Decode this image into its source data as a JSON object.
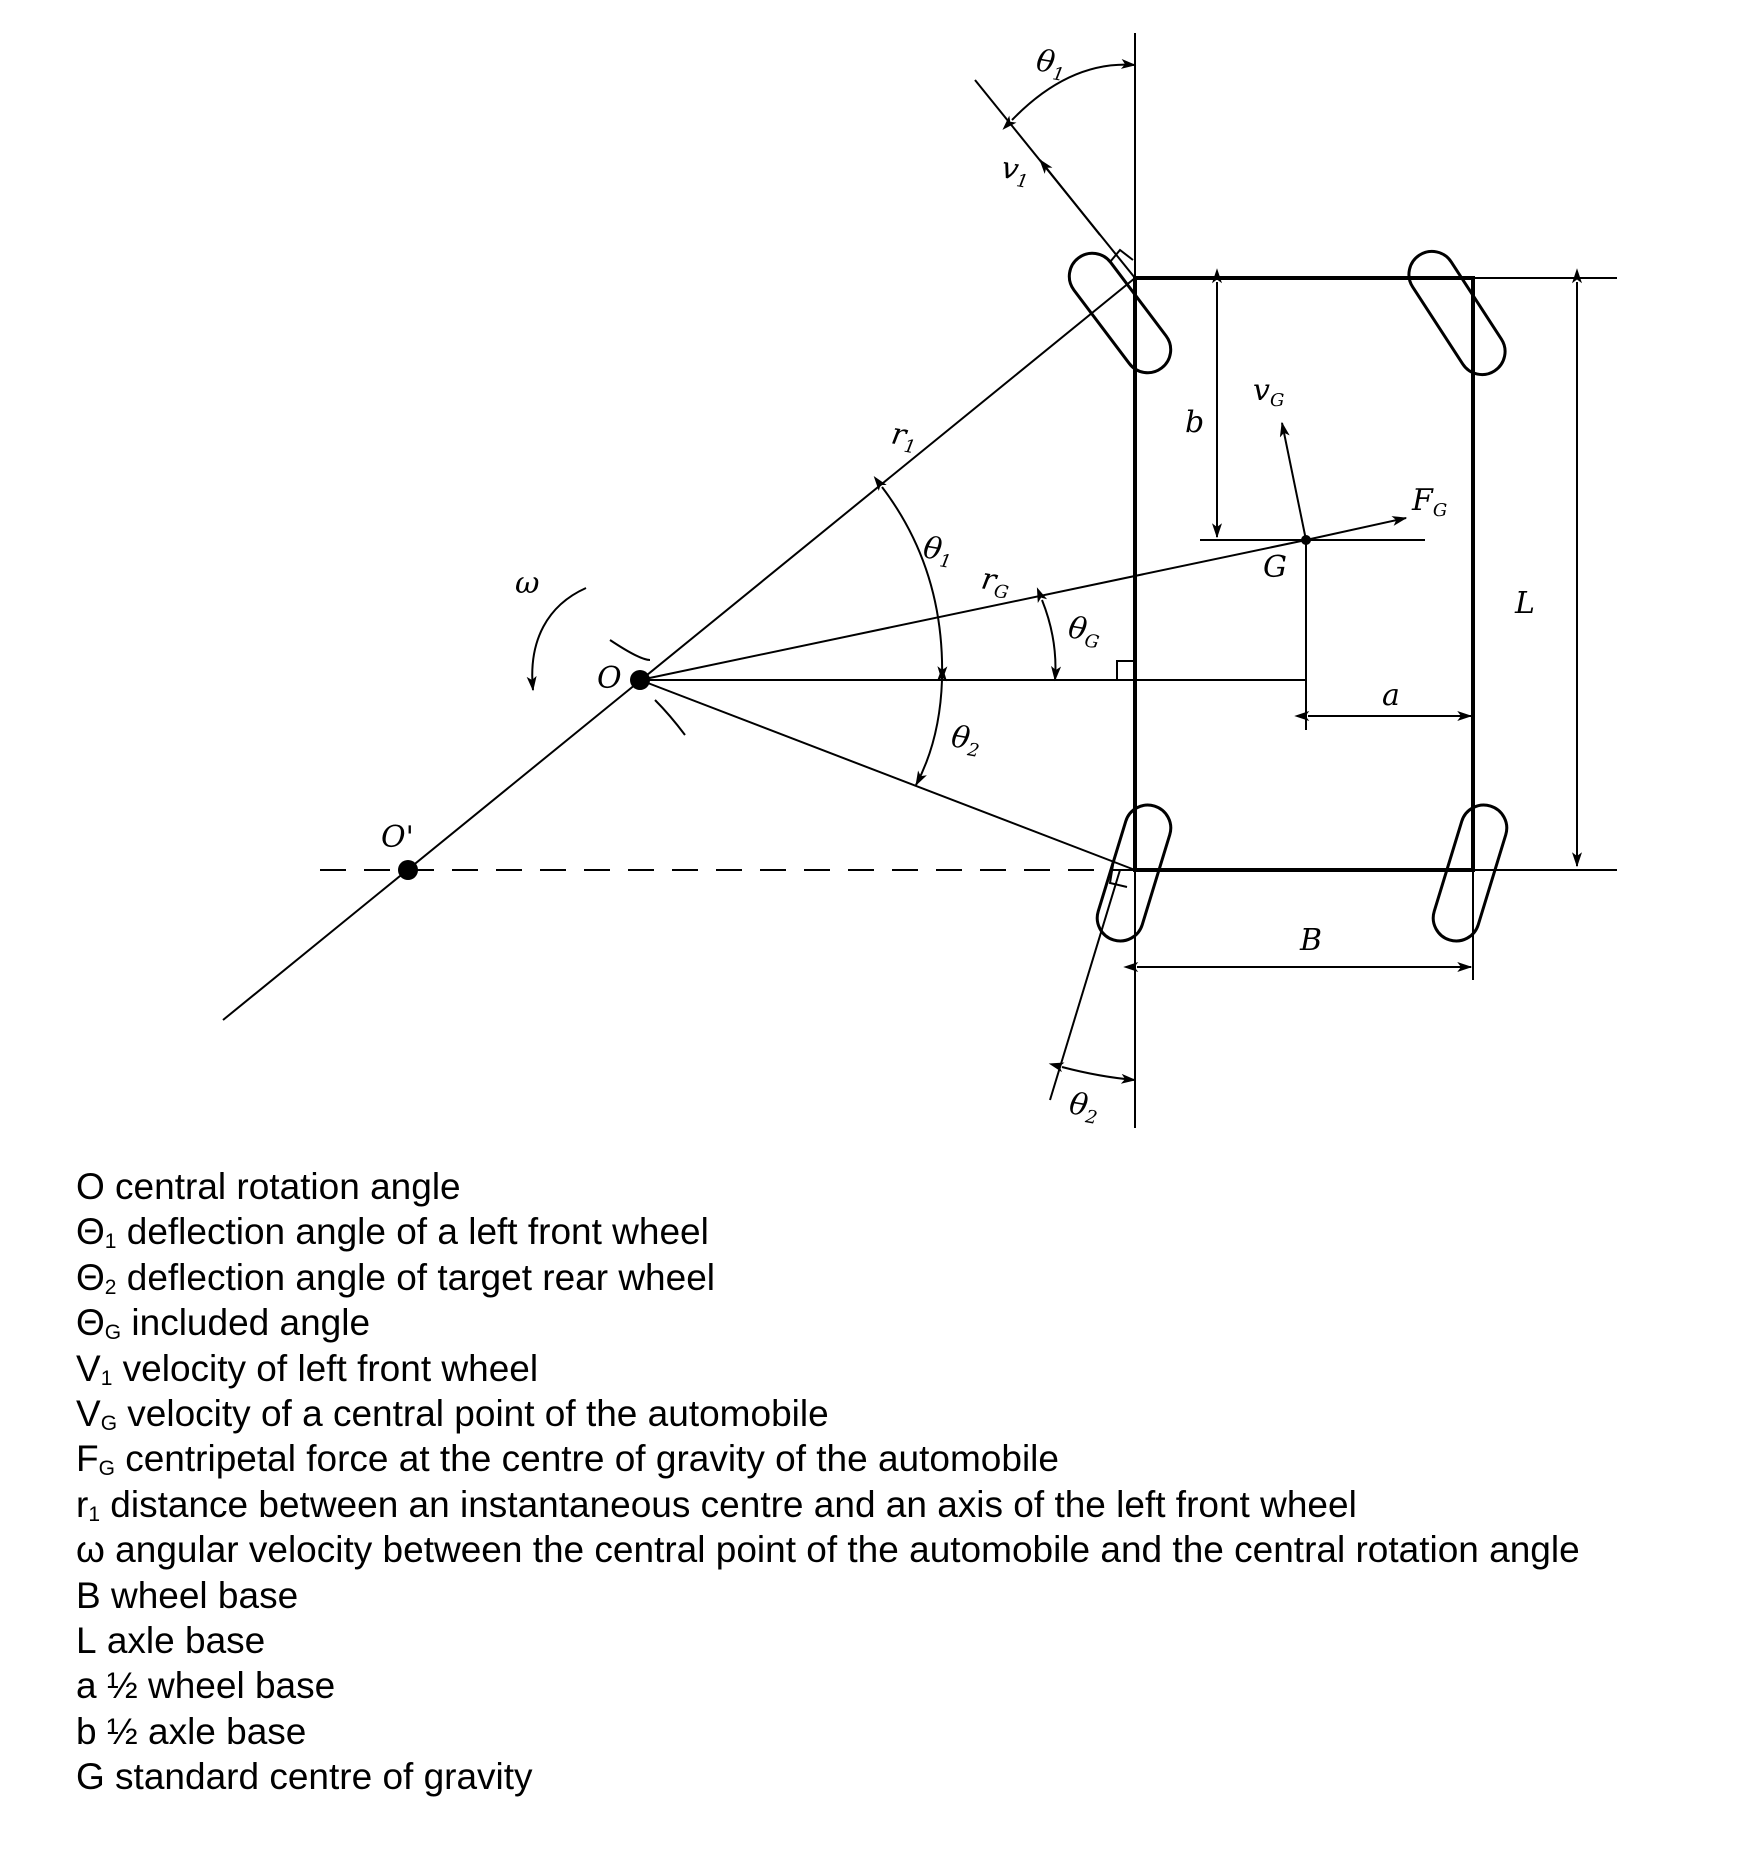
{
  "diagram": {
    "labels": {
      "theta1_top": {
        "main": "θ",
        "sub": "1"
      },
      "v1": {
        "main": "v",
        "sub": "1"
      },
      "r1": {
        "main": "r",
        "sub": "1"
      },
      "theta1_mid": {
        "main": "θ",
        "sub": "1"
      },
      "rG": {
        "main": "r",
        "sub": "G"
      },
      "thetaG": {
        "main": "θ",
        "sub": "G"
      },
      "omega": {
        "main": "ω",
        "sub": ""
      },
      "O": {
        "main": "O",
        "sub": ""
      },
      "Oprime": {
        "main": "O'",
        "sub": ""
      },
      "theta2_mid": {
        "main": "θ",
        "sub": "2"
      },
      "theta2_bottom": {
        "main": "θ",
        "sub": "2"
      },
      "b": {
        "main": "b",
        "sub": ""
      },
      "vG": {
        "main": "v",
        "sub": "G"
      },
      "FG": {
        "main": "F",
        "sub": "G"
      },
      "G": {
        "main": "G",
        "sub": ""
      },
      "L": {
        "main": "L",
        "sub": ""
      },
      "a": {
        "main": "a",
        "sub": ""
      },
      "B": {
        "main": "B",
        "sub": ""
      }
    }
  },
  "legend": [
    {
      "symbol": "O",
      "sub": "",
      "text": " central rotation angle"
    },
    {
      "symbol": "Θ",
      "sub": "1",
      "text": " deflection angle of a left front wheel"
    },
    {
      "symbol": "Θ",
      "sub": "2",
      "text": " deflection angle of target rear wheel"
    },
    {
      "symbol": "Θ",
      "sub": "G",
      "text": " included angle"
    },
    {
      "symbol": "V",
      "sub": "1",
      "text": " velocity of left front wheel"
    },
    {
      "symbol": "V",
      "sub": "G",
      "text": " velocity of a central point of the automobile"
    },
    {
      "symbol": "F",
      "sub": "G",
      "text": " centripetal force at the centre of gravity of the automobile"
    },
    {
      "symbol": "r",
      "sub": "1",
      "text": " distance between an instantaneous centre and an axis of the left front wheel"
    },
    {
      "symbol": "ω",
      "sub": "",
      "text": " angular velocity between the central point of the automobile and the central rotation angle"
    },
    {
      "symbol": "B",
      "sub": "",
      "text": " wheel base"
    },
    {
      "symbol": "L",
      "sub": "",
      "text": " axle base"
    },
    {
      "symbol": "a",
      "sub": "",
      "text": " ½ wheel base"
    },
    {
      "symbol": "b",
      "sub": "",
      "text": " ½ axle base"
    },
    {
      "symbol": "G",
      "sub": "",
      "text": " standard centre of gravity"
    }
  ]
}
